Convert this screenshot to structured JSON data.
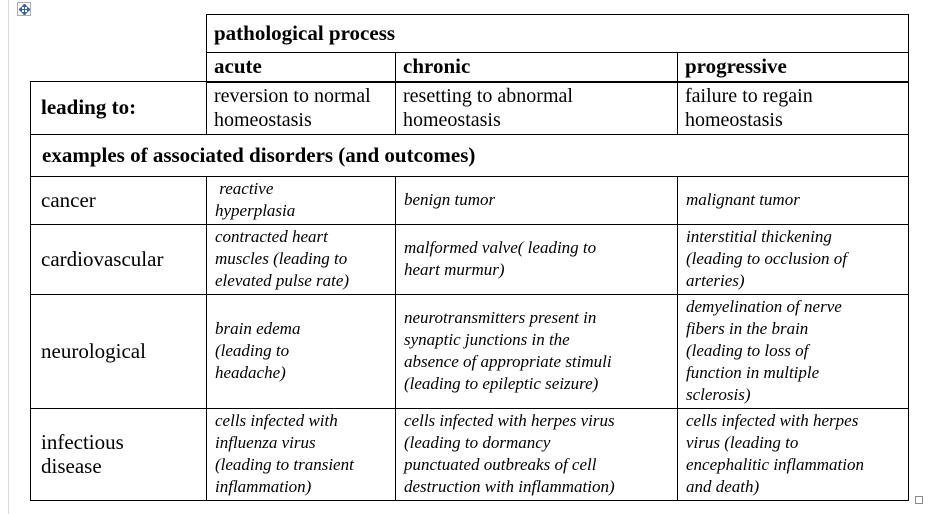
{
  "icons": {
    "table_move_handle": "four-way-move-cross",
    "table_resize_handle": "small-square",
    "accent_color": "#3b5f9e"
  },
  "table": {
    "header": {
      "title": "pathological process",
      "columns": [
        "acute",
        "chronic",
        "progressive"
      ]
    },
    "leading_row": {
      "label": "leading to:",
      "cells": [
        "reversion to normal\nhomeostasis",
        "resetting to abnormal\nhomeostasis",
        "failure to regain\nhomeostasis"
      ]
    },
    "section_header": "examples of associated disorders (and outcomes)",
    "rows": [
      {
        "label": "cancer",
        "cells": [
          " reactive\nhyperplasia",
          "benign tumor",
          "malignant tumor"
        ]
      },
      {
        "label": "cardiovascular",
        "cells": [
          "contracted heart\nmuscles (leading to\nelevated pulse rate)",
          "malformed valve( leading to\nheart murmur)",
          "interstitial thickening\n(leading to occlusion of\narteries)"
        ]
      },
      {
        "label": "neurological",
        "cells": [
          "brain edema\n(leading to\nheadache)",
          "neurotransmitters present in\nsynaptic junctions in the\nabsence of appropriate stimuli\n(leading to epileptic seizure)",
          "demyelination of nerve\nfibers in the brain\n(leading to loss of\nfunction in multiple\nsclerosis)"
        ]
      },
      {
        "label": "infectious\ndisease",
        "cells": [
          "cells infected with\ninfluenza virus\n(leading to transient\ninflammation)",
          "cells infected with herpes virus\n(leading to dormancy\npunctuated outbreaks of cell\ndestruction with inflammation)",
          "cells infected with herpes\nvirus (leading to\nencephalitic inflammation\nand death)"
        ]
      }
    ]
  }
}
